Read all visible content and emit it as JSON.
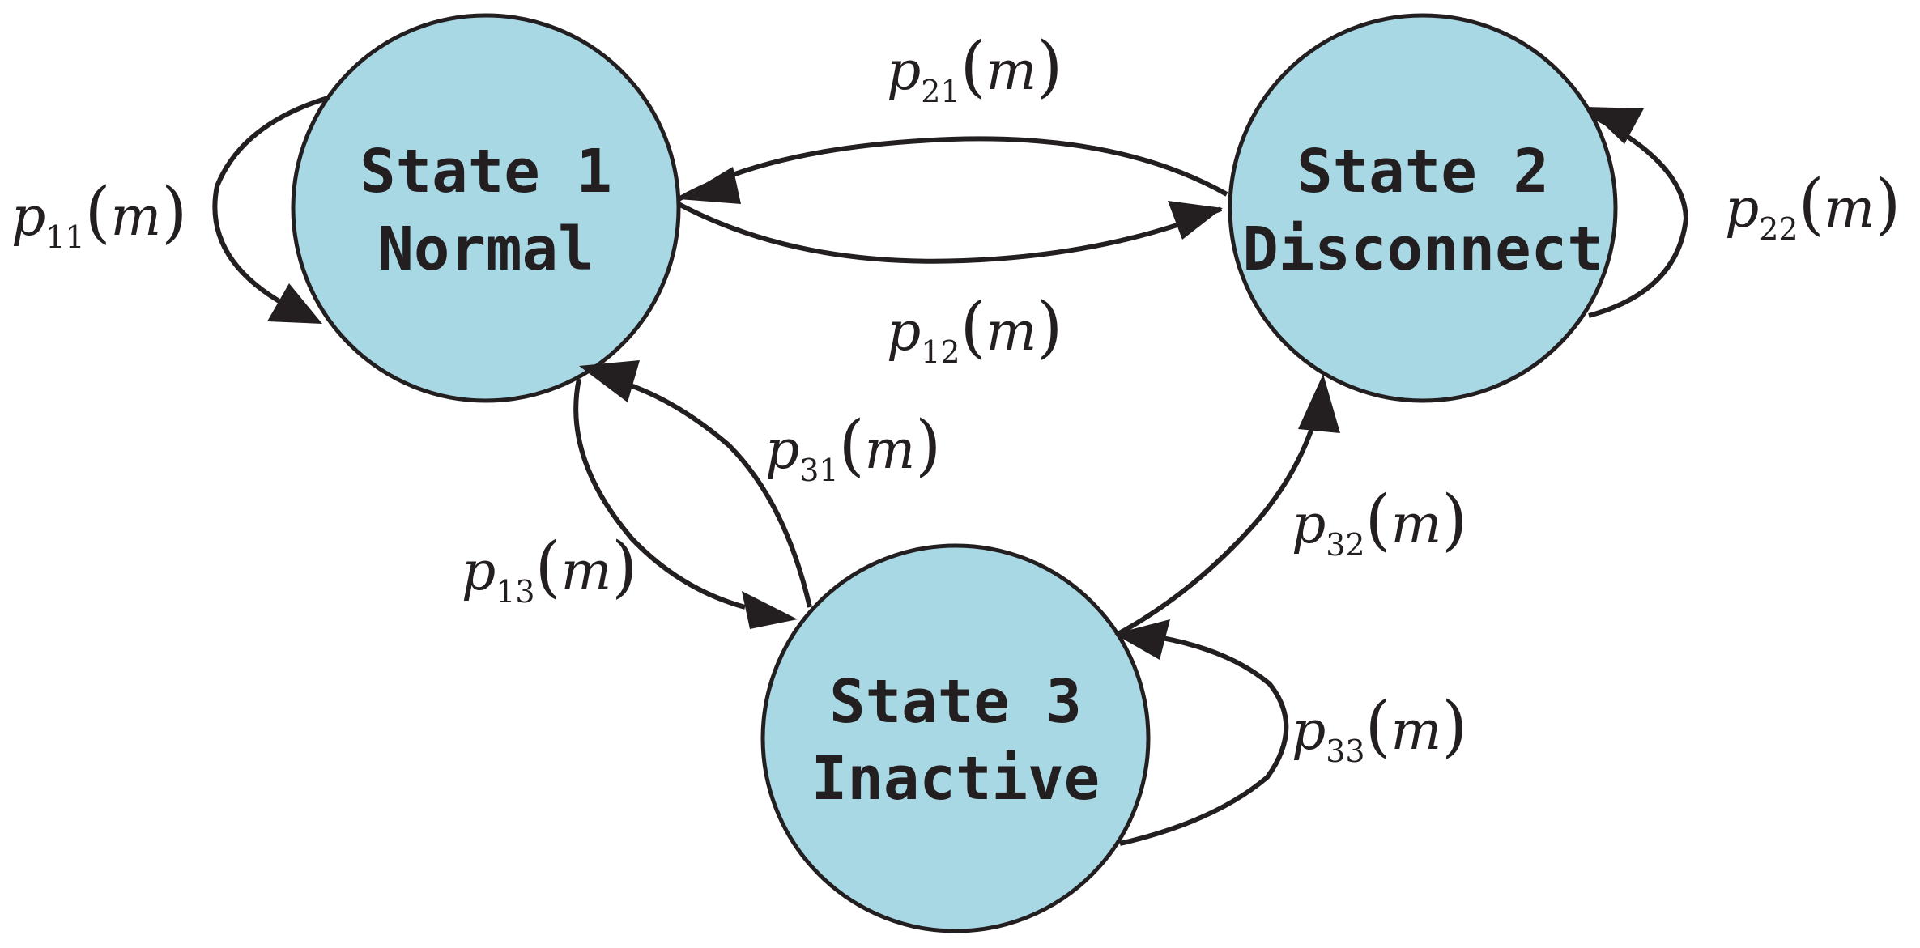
{
  "diagram": {
    "type": "state-transition",
    "node_fill": "#a9d8e5",
    "line_color": "#231f20",
    "nodes": {
      "state1": {
        "title": "State 1",
        "subtitle": "Normal"
      },
      "state2": {
        "title": "State 2",
        "subtitle": "Disconnect"
      },
      "state3": {
        "title": "State 3",
        "subtitle": "Inactive"
      }
    },
    "transitions": {
      "p11": {
        "from": "State 1",
        "to": "State 1",
        "var": "p",
        "sub": "11",
        "arg": "m"
      },
      "p12": {
        "from": "State 1",
        "to": "State 2",
        "var": "p",
        "sub": "12",
        "arg": "m"
      },
      "p13": {
        "from": "State 1",
        "to": "State 3",
        "var": "p",
        "sub": "13",
        "arg": "m"
      },
      "p21": {
        "from": "State 2",
        "to": "State 1",
        "var": "p",
        "sub": "21",
        "arg": "m"
      },
      "p22": {
        "from": "State 2",
        "to": "State 2",
        "var": "p",
        "sub": "22",
        "arg": "m"
      },
      "p31": {
        "from": "State 3",
        "to": "State 1",
        "var": "p",
        "sub": "31",
        "arg": "m"
      },
      "p32": {
        "from": "State 3",
        "to": "State 2",
        "var": "p",
        "sub": "32",
        "arg": "m"
      },
      "p33": {
        "from": "State 3",
        "to": "State 3",
        "var": "p",
        "sub": "33",
        "arg": "m"
      }
    }
  }
}
